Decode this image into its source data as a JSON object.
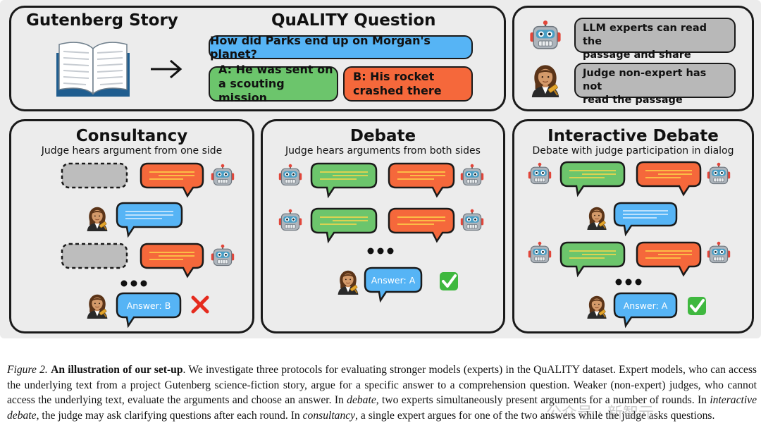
{
  "top_left": {
    "title": "Gutenberg Story",
    "question_title": "QuALITY Question",
    "question": "How did Parks end up on Morgan's planet?",
    "answer_a_line1": "A: He was sent on",
    "answer_a_line2": "a scouting mission",
    "answer_b_line1": "B: His rocket",
    "answer_b_line2": "crashed there"
  },
  "legend": {
    "expert_line1": "LLM experts can read the",
    "expert_line2": "passage and share snippets",
    "judge_line1": "Judge non-expert has not",
    "judge_line2": "read the passage"
  },
  "consultancy": {
    "title": "Consultancy",
    "subtitle": "Judge hears argument from one side",
    "answer": "Answer: B"
  },
  "debate": {
    "title": "Debate",
    "subtitle": "Judge hears arguments from both sides",
    "answer": "Answer: A"
  },
  "interactive": {
    "title": "Interactive Debate",
    "subtitle": "Debate with judge participation in dialog",
    "answer": "Answer: A"
  },
  "caption": {
    "label": "Figure 2.",
    "heading": "An illustration of our set-up",
    "t1": ". We investigate three protocols for evaluating stronger models (experts) in the QuALITY dataset. Expert models, who can access the underlying text from a project Gutenberg science-fiction story, argue for a specific answer to a comprehension question. Weaker (non-expert) judges, who cannot access the underlying text, evaluate the arguments and choose an answer. In ",
    "e1": "debate",
    "t2": ", two experts simultaneously present arguments for a number of rounds. In ",
    "e2": "interactive debate",
    "t3": ", the judge may ask clarifying questions after each round. In ",
    "e3": "consultancy",
    "t4": ", a single expert argues for one of the two answers while the judge asks questions."
  },
  "watermark": "公众号 · 新智元",
  "colors": {
    "green": "#6cc56c",
    "orange": "#f5683b",
    "blue": "#56b4f5",
    "grey": "#b8b8b8"
  }
}
